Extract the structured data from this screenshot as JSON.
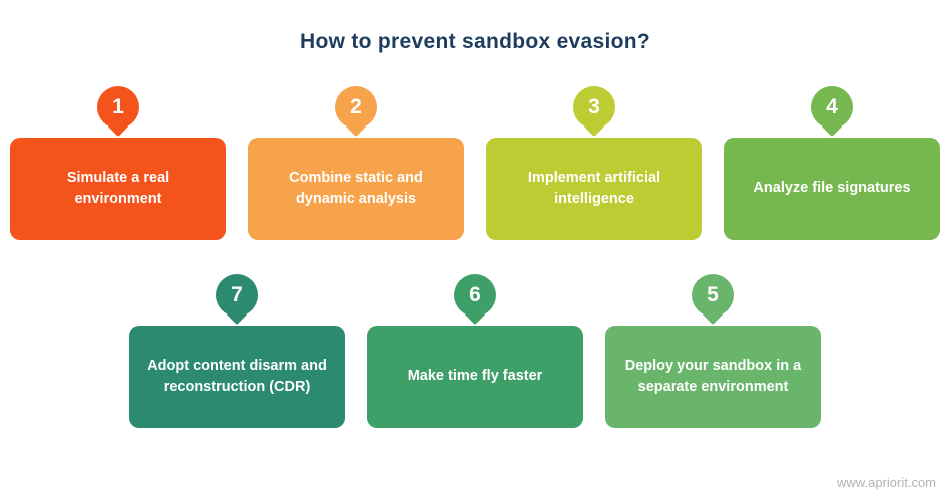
{
  "title": "How to prevent sandbox evasion?",
  "colors": {
    "title": "#1d3c5e",
    "footer": "#b3b3b3"
  },
  "steps": [
    {
      "number": "1",
      "label": "Simulate a real environment",
      "color": "#f4531b"
    },
    {
      "number": "2",
      "label": "Combine static and dynamic analysis",
      "color": "#f7a34b"
    },
    {
      "number": "3",
      "label": "Implement artificial intelligence",
      "color": "#becc33"
    },
    {
      "number": "4",
      "label": "Analyze file signatures",
      "color": "#76b84f"
    },
    {
      "number": "5",
      "label": "Deploy your sandbox in a separate environment",
      "color": "#68b56b"
    },
    {
      "number": "6",
      "label": "Make time fly faster",
      "color": "#3f9f68"
    },
    {
      "number": "7",
      "label": "Adopt content disarm and reconstruction (CDR)",
      "color": "#2b8a70"
    }
  ],
  "footer": {
    "website": "www.apriorit.com"
  }
}
